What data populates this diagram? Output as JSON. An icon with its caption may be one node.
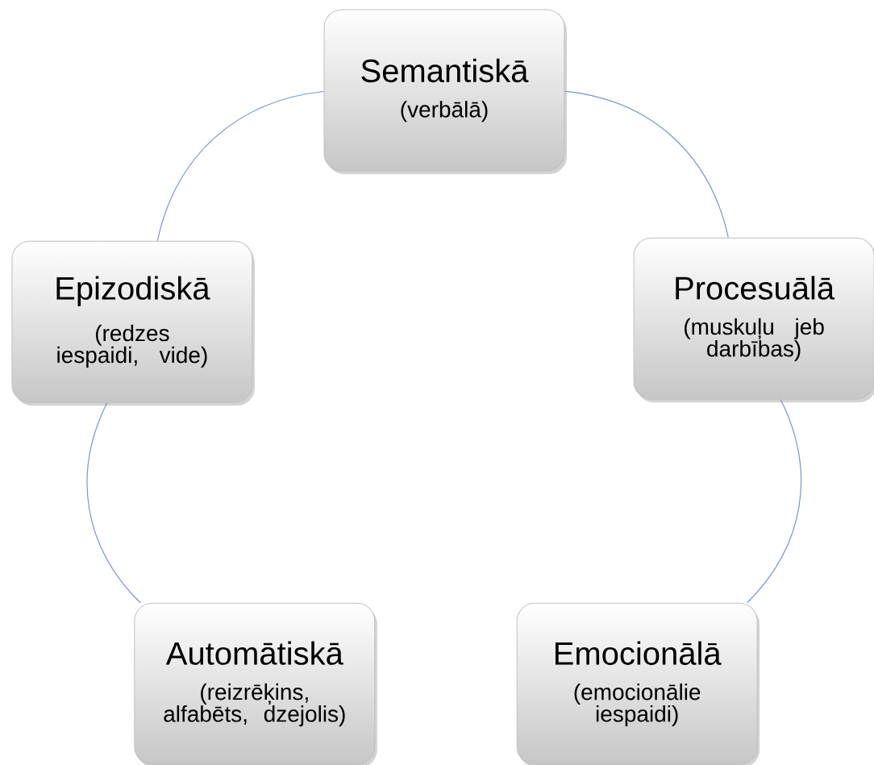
{
  "diagram": {
    "nodes": [
      {
        "text": [
          "Semantiskā",
          "(verbālā)"
        ]
      },
      {
        "text": [
          "Epizodiskā",
          "(redzes iespaidi, vide)"
        ]
      },
      {
        "text": [
          "Procesuālā",
          "(muskuļu jeb darbības)"
        ]
      },
      {
        "text": [
          "Automātiskā",
          "(reizrēķins, alfabēts, dzejolis)"
        ]
      },
      {
        "text": [
          "Emocionālā",
          "(emocionālie iespaidi)"
        ]
      }
    ],
    "edges": [
      {
        "from": 0,
        "to": 2,
        "arrow": "none"
      },
      {
        "from": 2,
        "to": 4,
        "arrow": "none"
      },
      {
        "from": 4,
        "to": 3,
        "arrow": "none"
      },
      {
        "from": 3,
        "to": 1,
        "arrow": "none"
      },
      {
        "from": 1,
        "to": 0,
        "arrow": "none"
      }
    ]
  }
}
